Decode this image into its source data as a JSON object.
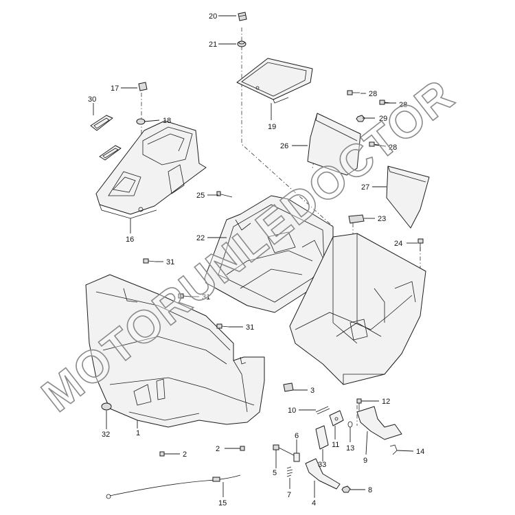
{
  "watermark": "MOTORUNLEDOCTOR",
  "callouts": {
    "c1": "1",
    "c2a": "2",
    "c2b": "2",
    "c3": "3",
    "c4": "4",
    "c5": "5",
    "c6": "6",
    "c7": "7",
    "c8": "8",
    "c9": "9",
    "c10": "10",
    "c11": "11",
    "c12": "12",
    "c13": "13",
    "c14": "14",
    "c15": "15",
    "c16": "16",
    "c17": "17",
    "c18": "18",
    "c19": "19",
    "c20": "20",
    "c21": "21",
    "c22": "22",
    "c23": "23",
    "c24": "24",
    "c25": "25",
    "c26": "26",
    "c27": "27",
    "c28a": "28",
    "c28b": "28",
    "c28c": "28",
    "c29": "29",
    "c30": "30",
    "c31a": "31",
    "c31b": "31",
    "c31c": "31",
    "c32": "32",
    "c33": "33"
  }
}
